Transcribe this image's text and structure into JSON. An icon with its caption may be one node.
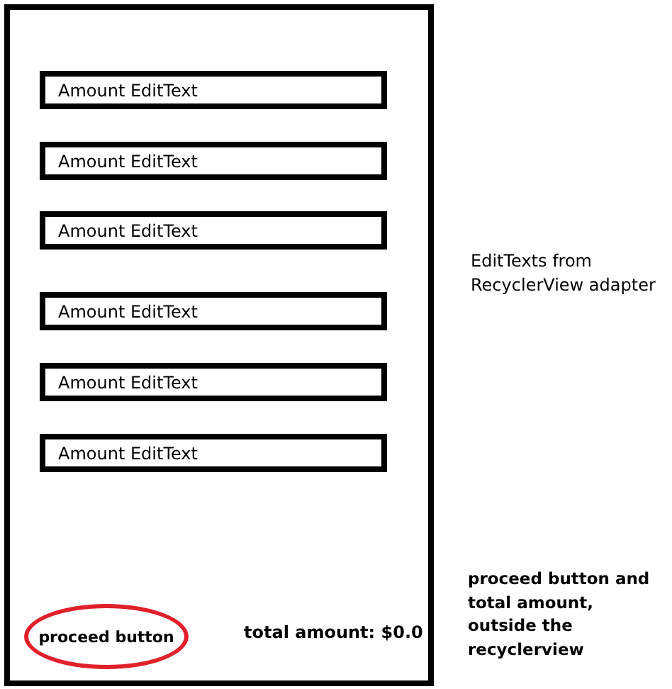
{
  "diagram": {
    "nodes": [
      {
        "text": [],
        "shape": "box"
      },
      {
        "text": [
          "Amount EditText"
        ],
        "in": 0
      },
      {
        "text": [
          "Amount EditText"
        ],
        "in": 0
      },
      {
        "text": [
          "Amount EditText"
        ],
        "in": 0
      },
      {
        "text": [
          "Amount EditText"
        ],
        "in": 0
      },
      {
        "text": [
          "Amount EditText"
        ],
        "in": 0
      },
      {
        "text": [
          "Amount EditText"
        ],
        "in": 0
      },
      {
        "text": [
          "proceed button"
        ],
        "in": 0
      }
    ],
    "labels": [
      "total amount: $0.0",
      "EditTexts from RecyclerView adapter",
      "proceed button and total amount, outside the recyclerview"
    ]
  }
}
